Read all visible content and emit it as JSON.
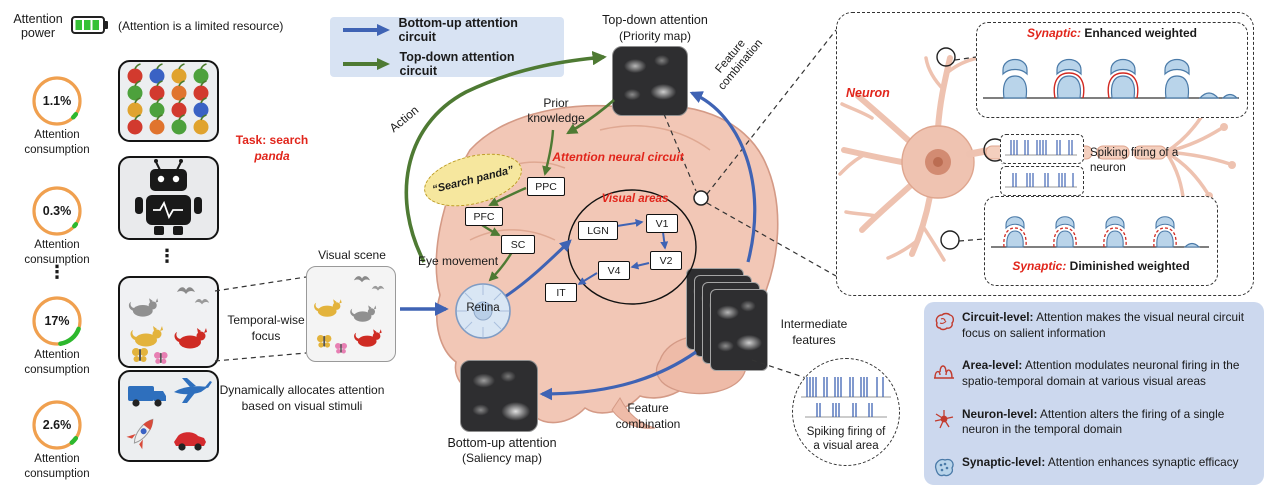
{
  "colors": {
    "bottom_up_blue": "#3f63b4",
    "top_down_green": "#4e7a33",
    "accent_red": "#e1251b",
    "legend_bg": "#d8e3f3",
    "levels_bg": "#ccd8ee",
    "gauge_orange": "#f0a04f",
    "gauge_green": "#2db82d"
  },
  "left": {
    "power_line1": "Attention",
    "power_line2": "power",
    "battery_note": "(Attention is a limited resource)",
    "ellipsis": "⋮",
    "gauges": [
      {
        "value": "1.1%",
        "label1": "Attention",
        "label2": "consumption"
      },
      {
        "value": "0.3%",
        "label1": "Attention",
        "label2": "consumption"
      },
      {
        "value": "17%",
        "label1": "Attention",
        "label2": "consumption"
      },
      {
        "value": "2.6%",
        "label1": "Attention",
        "label2": "consumption"
      }
    ],
    "task_line1": "Task: search",
    "task_line2": "panda",
    "temporal_line1": "Temporal-wise",
    "temporal_line2": "focus",
    "dynamic_note": "Dynamically allocates attention based on visual stimuli"
  },
  "legend": {
    "bottom_up": "Bottom-up attention circuit",
    "top_down": "Top-down attention circuit"
  },
  "center": {
    "visual_scene": "Visual scene",
    "top_down_line1": "Top-down attention",
    "top_down_line2": "(Priority map)",
    "feature_top_line1": "Feature",
    "feature_top_line2": "combination",
    "prior_line1": "Prior",
    "prior_line2": "knowledge",
    "action": "Action",
    "search_panda": "“Search panda”",
    "attention_neural_circuit": "Attention neural circuit",
    "visual_areas": "Visual areas",
    "regions": {
      "ppc": "PPC",
      "pfc": "PFC",
      "sc": "SC",
      "lgn": "LGN",
      "v1": "V1",
      "v2": "V2",
      "v4": "V4",
      "it": "IT"
    },
    "eye_movement": "Eye movement",
    "retina": "Retina",
    "bottom_up_line1": "Bottom-up attention",
    "bottom_up_line2": "(Saliency map)",
    "feature_bottom_line1": "Feature",
    "feature_bottom_line2": "combination",
    "intermediate_line1": "Intermediate",
    "intermediate_line2": "features",
    "spiking_area_line1": "Spiking firing of",
    "spiking_area_line2": "a visual area"
  },
  "neuron_panel": {
    "neuron": "Neuron",
    "enhanced_term": "Synaptic:",
    "enhanced_desc": "Enhanced weighted",
    "spiking_line1": "Spiking firing of a",
    "spiking_line2": "neuron",
    "diminished_term": "Synaptic:",
    "diminished_desc": "Diminished weighted"
  },
  "levels": {
    "items": [
      {
        "term": "Circuit-level:",
        "desc": "Attention makes the visual neural circuit focus on salient information"
      },
      {
        "term": "Area-level:",
        "desc": "Attention modulates neuronal firing in the spatio-temporal domain at various visual areas"
      },
      {
        "term": "Neuron-level:",
        "desc": "Attention alters the firing of a single neuron in the temporal domain"
      },
      {
        "term": "Synaptic-level:",
        "desc": "Attention enhances synaptic efficacy"
      }
    ]
  }
}
